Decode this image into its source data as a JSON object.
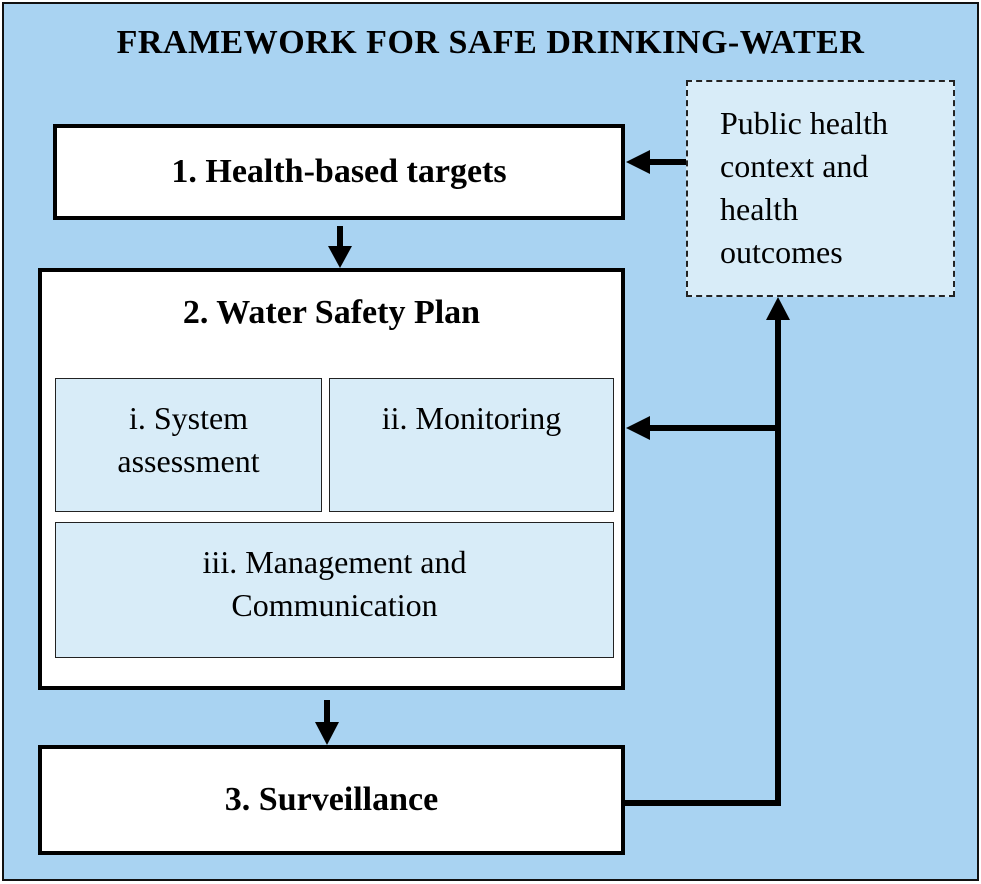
{
  "title": "FRAMEWORK FOR SAFE DRINKING-WATER",
  "boxes": {
    "health_targets": "1. Health-based targets",
    "water_safety_plan": "2. Water Safety Plan",
    "surveillance": "3. Surveillance"
  },
  "plan_components": {
    "system_assessment": [
      "i. System",
      "assessment"
    ],
    "monitoring": "ii. Monitoring",
    "management": [
      "iii. Management and",
      "Communication"
    ]
  },
  "context_box": [
    "Public health",
    "context and",
    "health",
    "outcomes"
  ],
  "colors": {
    "background": "#a9d3f2",
    "sub_box": "#d8ecf8",
    "box": "#ffffff",
    "line": "#000000"
  }
}
